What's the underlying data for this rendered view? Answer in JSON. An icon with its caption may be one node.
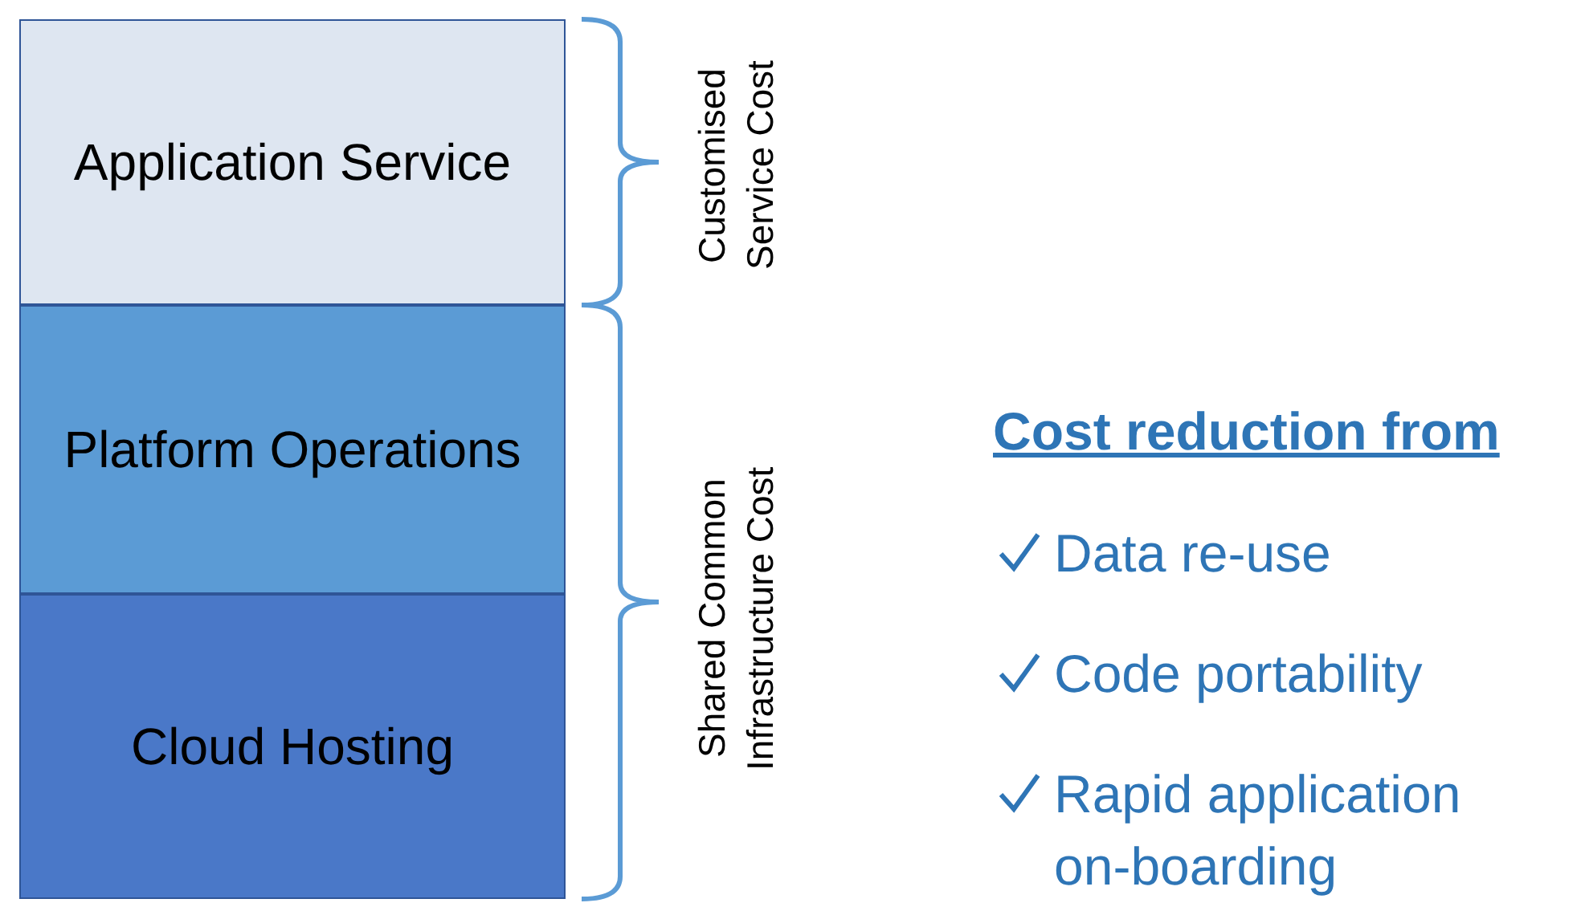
{
  "diagram": {
    "nodes": [
      {
        "text": [
          "Application Service"
        ]
      },
      {
        "text": [
          "Platform Operations"
        ]
      },
      {
        "text": [
          "Cloud Hosting"
        ]
      }
    ],
    "labels": [
      "Customised Service Cost",
      "Shared Common Infrastructure Cost",
      "Cost reduction from",
      "Data re-use",
      "Code portability",
      "Rapid application on-boarding"
    ]
  }
}
